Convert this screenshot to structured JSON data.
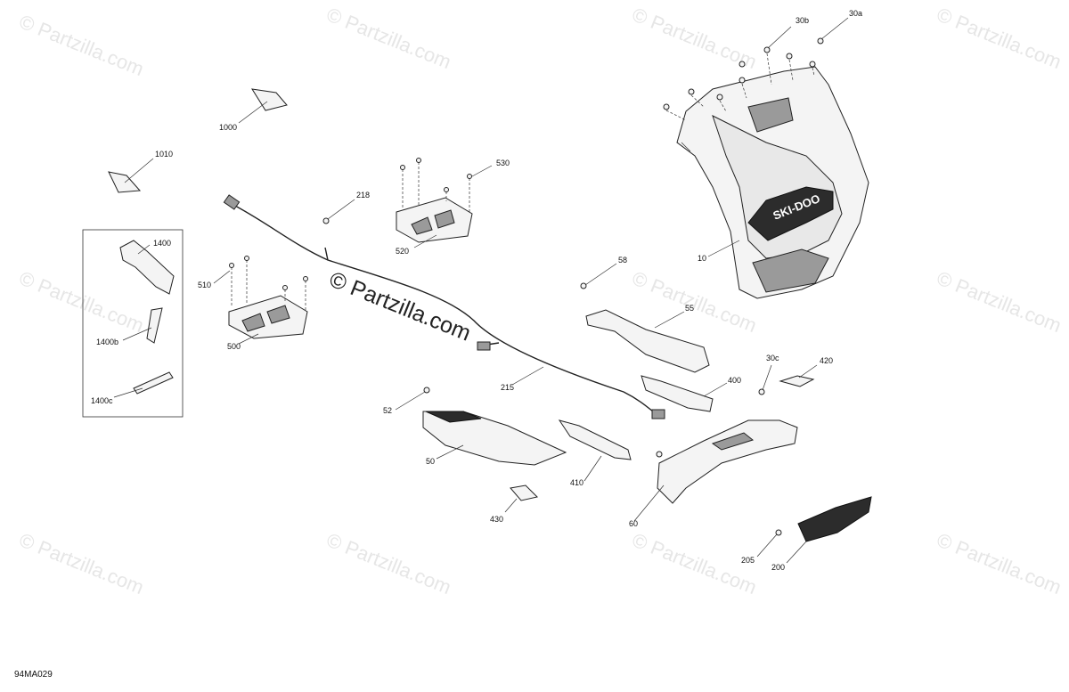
{
  "diagram": {
    "watermark_text": "© Partzilla.com",
    "drawing_code": "94MA029",
    "callouts": [
      {
        "id": "c30b",
        "label": "30b"
      },
      {
        "id": "c30a",
        "label": "30a"
      },
      {
        "id": "c1000",
        "label": "1000"
      },
      {
        "id": "c1010",
        "label": "1010"
      },
      {
        "id": "c530",
        "label": "530"
      },
      {
        "id": "c218",
        "label": "218"
      },
      {
        "id": "c520",
        "label": "520"
      },
      {
        "id": "c10",
        "label": "10"
      },
      {
        "id": "c1400",
        "label": "1400"
      },
      {
        "id": "c510",
        "label": "510"
      },
      {
        "id": "c58",
        "label": "58"
      },
      {
        "id": "c55",
        "label": "55"
      },
      {
        "id": "c500",
        "label": "500"
      },
      {
        "id": "c1400b",
        "label": "1400b"
      },
      {
        "id": "c30c",
        "label": "30c"
      },
      {
        "id": "c420",
        "label": "420"
      },
      {
        "id": "c400",
        "label": "400"
      },
      {
        "id": "c215",
        "label": "215"
      },
      {
        "id": "c1400c",
        "label": "1400c"
      },
      {
        "id": "c52",
        "label": "52"
      },
      {
        "id": "c50",
        "label": "50"
      },
      {
        "id": "c410",
        "label": "410"
      },
      {
        "id": "c430",
        "label": "430"
      },
      {
        "id": "c60",
        "label": "60"
      },
      {
        "id": "c205",
        "label": "205"
      },
      {
        "id": "c200",
        "label": "200"
      }
    ],
    "brand_decal_text": "SKI-DOO"
  }
}
